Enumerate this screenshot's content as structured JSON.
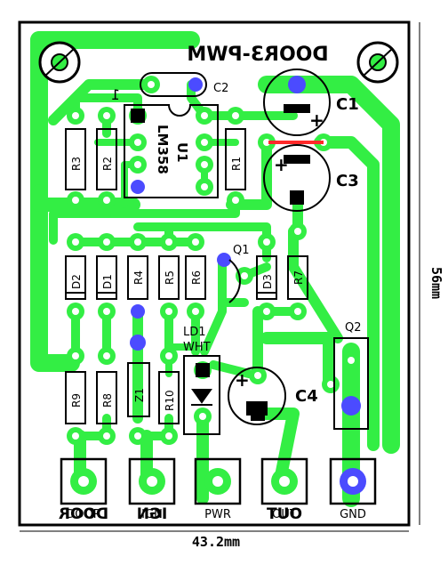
{
  "board": {
    "title": "DOOR3-PWM",
    "width_label": "43.2mm",
    "height_label": "56mm",
    "pin1_marker": "1",
    "colors": {
      "copper": "#33ee44",
      "silk": "#000000",
      "via": "#4b4bff",
      "jumper": "#ff2a2a",
      "board": "#ffffff"
    }
  },
  "components": {
    "ic": {
      "ref": "U1",
      "part": "LM358"
    },
    "c1": "C1",
    "c2": "C2",
    "c3": "C3",
    "c4": "C4",
    "c1_plus": "+",
    "c3_plus": "+",
    "c4_plus": "+",
    "r1": "R1",
    "r2": "R2",
    "r3": "R3",
    "r4": "R4",
    "r5": "R5",
    "r6": "R6",
    "r7": "R7",
    "r8": "R8",
    "r9": "R9",
    "r10": "R10",
    "d1": "D1",
    "d2": "D2",
    "d3": "D3",
    "z1": "Z1",
    "q1": "Q1",
    "q2": "Q2",
    "led": {
      "ref": "LD1",
      "color": "WHT"
    }
  },
  "connectors": [
    {
      "label": "DOOR",
      "copper_mirror": "DOOR"
    },
    {
      "label": "IGN",
      "copper_mirror": "IGN"
    },
    {
      "label": "PWR",
      "copper_mirror": ""
    },
    {
      "label": "OUT",
      "copper_mirror": "OUT"
    },
    {
      "label": "GND",
      "copper_mirror": ""
    }
  ]
}
